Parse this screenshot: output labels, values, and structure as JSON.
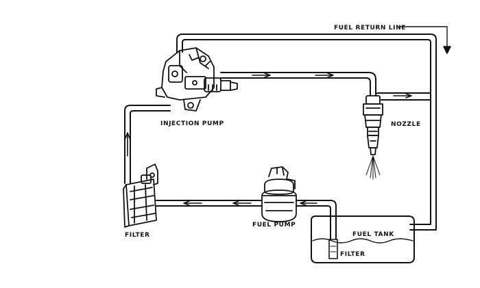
{
  "diagram": {
    "labels": {
      "return_line": "FUEL RETURN LINE",
      "injection_pump": "INJECTION PUMP",
      "nozzle": "NOZZLE",
      "filter_left": "FILTER",
      "fuel_pump": "FUEL PUMP",
      "fuel_tank": "FUEL TANK",
      "filter_tank": "FILTER"
    },
    "colors": {
      "line": "#111111",
      "background": "#ffffff"
    },
    "icons": [
      "injection-pump-icon",
      "nozzle-icon",
      "fuel-filter-icon",
      "fuel-pump-icon",
      "fuel-tank-icon",
      "flow-arrow-icon"
    ]
  }
}
